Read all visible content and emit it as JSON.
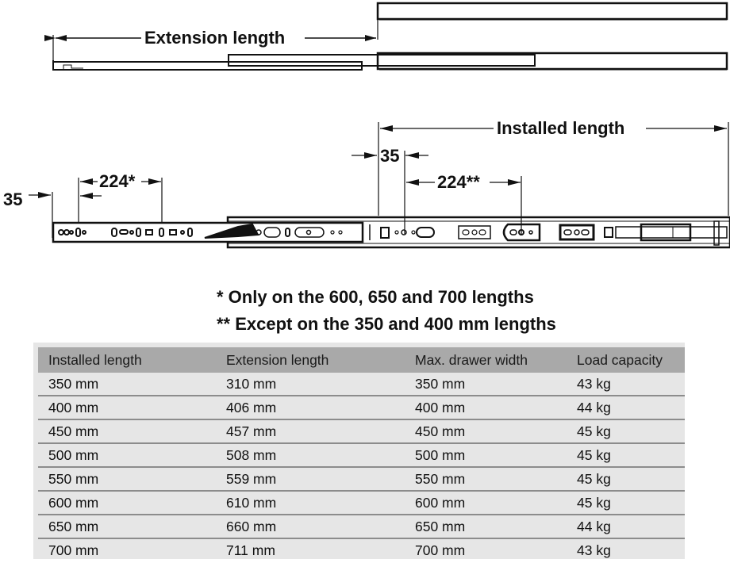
{
  "diagram": {
    "extended_view": {
      "dimension_label": "Extension length"
    },
    "installed_view": {
      "installed_length_label": "Installed length",
      "left_offset_label": "35",
      "left_spacing_label": "224*",
      "right_offset_label": "35",
      "right_spacing_label": "224**"
    }
  },
  "notes": [
    "* Only on the 600, 650 and 700 lengths",
    "** Except on the 350 and 400 mm lengths"
  ],
  "table": {
    "headers": [
      "Installed length",
      "Extension length",
      "Max. drawer width",
      "Load capacity"
    ],
    "rows": [
      [
        "350 mm",
        "310 mm",
        "350 mm",
        "43 kg"
      ],
      [
        "400 mm",
        "406 mm",
        "400 mm",
        "44 kg"
      ],
      [
        "450 mm",
        "457 mm",
        "450 mm",
        "45 kg"
      ],
      [
        "500 mm",
        "508 mm",
        "500 mm",
        "45 kg"
      ],
      [
        "550 mm",
        "559 mm",
        "550 mm",
        "45 kg"
      ],
      [
        "600 mm",
        "610 mm",
        "600 mm",
        "45 kg"
      ],
      [
        "650 mm",
        "660 mm",
        "650 mm",
        "44 kg"
      ],
      [
        "700 mm",
        "711 mm",
        "700 mm",
        "43 kg"
      ]
    ]
  },
  "colors": {
    "line": "#111111",
    "table_frame": "#e6e6e6",
    "table_header": "#a9a9a9",
    "row_divider": "#8c8c8c"
  }
}
